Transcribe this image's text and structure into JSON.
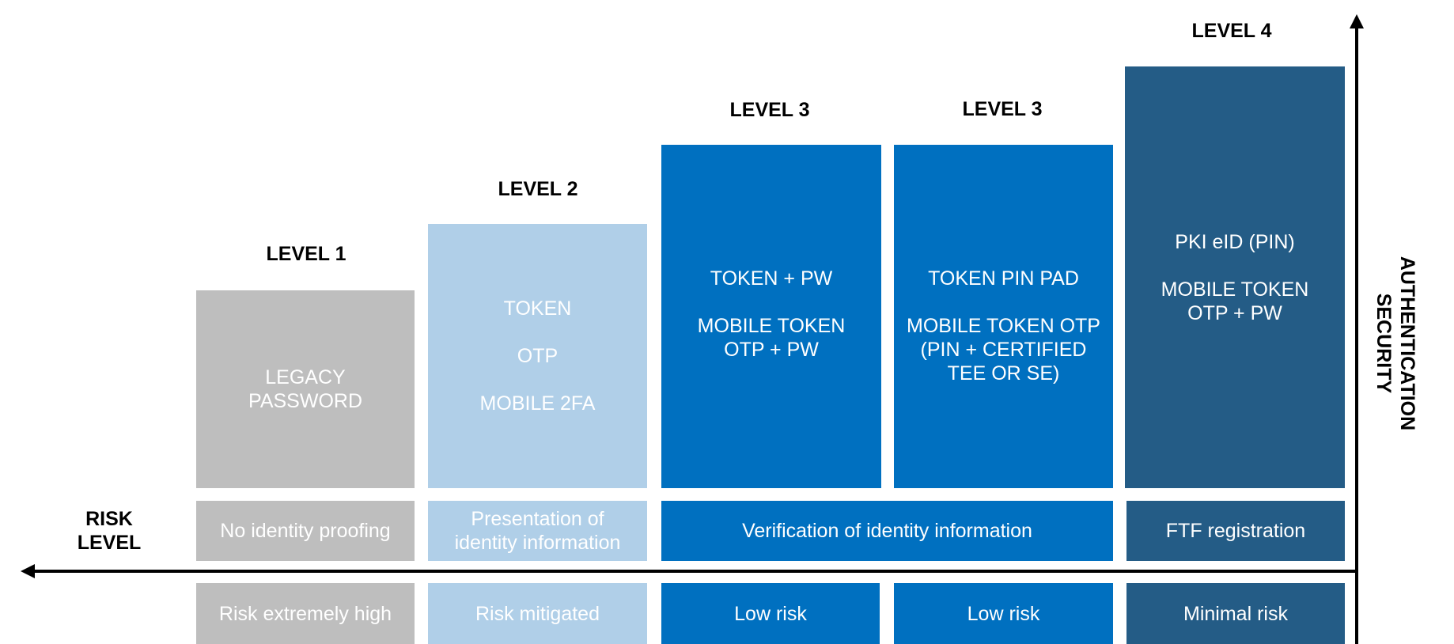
{
  "colors": {
    "grey": "#bebebe",
    "light_blue": "#b0cfe8",
    "mid_blue": "#0070c0",
    "dark_blue": "#245c86",
    "axis": "#000000"
  },
  "axes": {
    "horizontal_label": [
      "RISK",
      "LEVEL"
    ],
    "vertical_label": [
      "AUTHENTICATION",
      "SECURITY"
    ]
  },
  "levels": [
    {
      "heading": "LEVEL 1",
      "method_lines": [
        "LEGACY",
        "PASSWORD"
      ],
      "identity": "No identity proofing",
      "risk": "Risk extremely high"
    },
    {
      "heading": "LEVEL 2",
      "method_lines": [
        "TOKEN",
        "",
        "OTP",
        "",
        "MOBILE 2FA"
      ],
      "identity": "Presentation of identity information",
      "risk": "Risk mitigated"
    },
    {
      "heading": "LEVEL 3",
      "method_lines": [
        "TOKEN + PW",
        "",
        "MOBILE TOKEN",
        "OTP + PW"
      ],
      "risk": "Low risk"
    },
    {
      "heading": "LEVEL 3",
      "method_lines": [
        "TOKEN PIN PAD",
        "",
        "MOBILE TOKEN OTP",
        "(PIN + CERTIFIED",
        "TEE OR SE)"
      ],
      "risk": "Low risk"
    },
    {
      "heading": "LEVEL 4",
      "method_lines": [
        "PKI eID (PIN)",
        "",
        "MOBILE TOKEN",
        "OTP + PW"
      ],
      "identity": "FTF registration",
      "risk": "Minimal risk"
    }
  ],
  "shared_identity_level3": "Verification of identity information",
  "identity_level2_lines": [
    "Presentation of",
    "identity information"
  ]
}
